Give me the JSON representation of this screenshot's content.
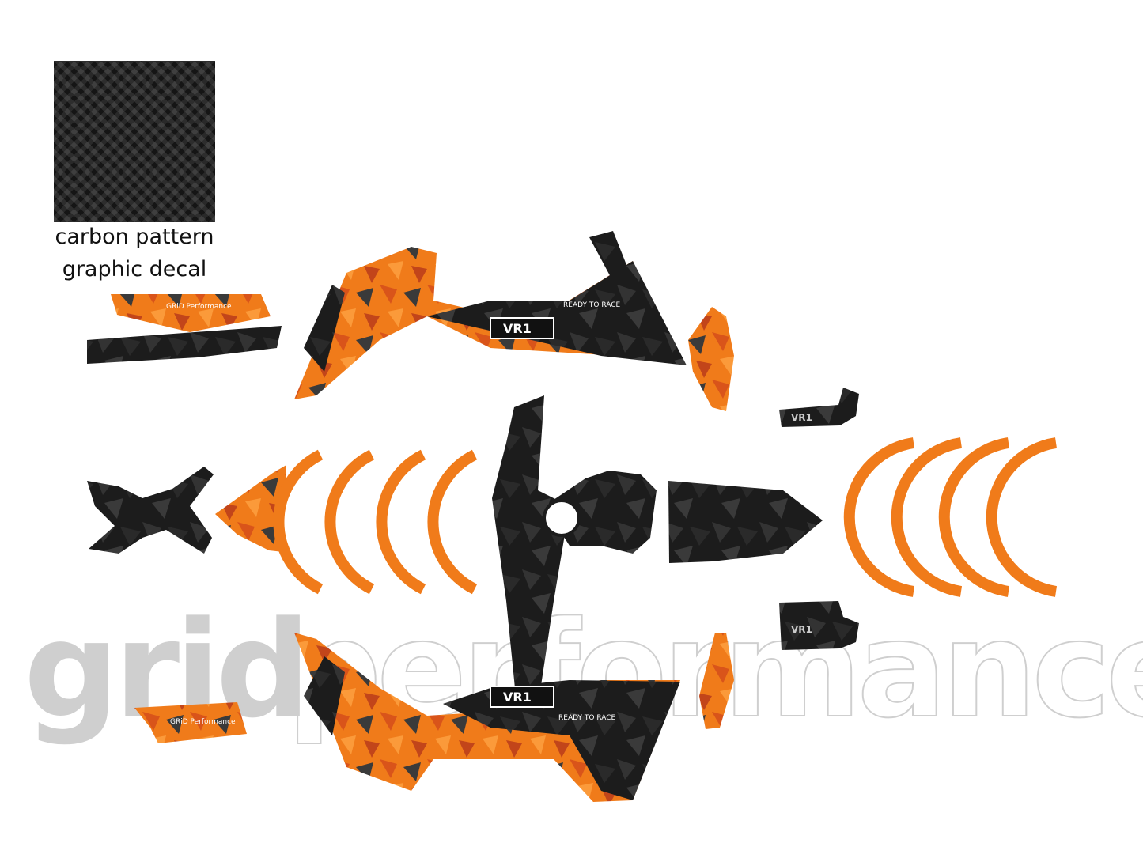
{
  "swatch": {
    "caption_line1": "carbon pattern",
    "caption_line2": "graphic decal"
  },
  "watermark": {
    "word_grid": "grid",
    "word_performance": "performance"
  },
  "decal_text": {
    "brand_small": "GRiD Performance",
    "tagline": "READY TO RACE",
    "model": "VR1"
  },
  "colors": {
    "orange": "#f07b1a",
    "orange_dark": "#d9541a",
    "black": "#1c1c1c",
    "grey": "#3a3a3a",
    "watermark": "#cfcfcf"
  }
}
